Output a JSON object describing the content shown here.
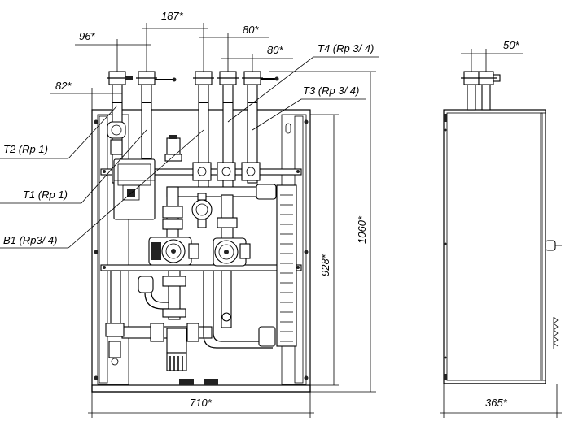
{
  "labels": {
    "t2": "T2 (Rp 1)",
    "t1": "T1 (Rp 1)",
    "b1": "B1 (Rp3/ 4)",
    "t4": "T4 (Rp 3/ 4)",
    "t3": "T3 (Rp 3/ 4)"
  },
  "dimensions": {
    "d187": "187*",
    "d96": "96*",
    "d80a": "80*",
    "d80b": "80*",
    "d82": "82*",
    "d50": "50*",
    "d928": "928*",
    "d1060": "1060*",
    "d710": "710*",
    "d365": "365*"
  }
}
